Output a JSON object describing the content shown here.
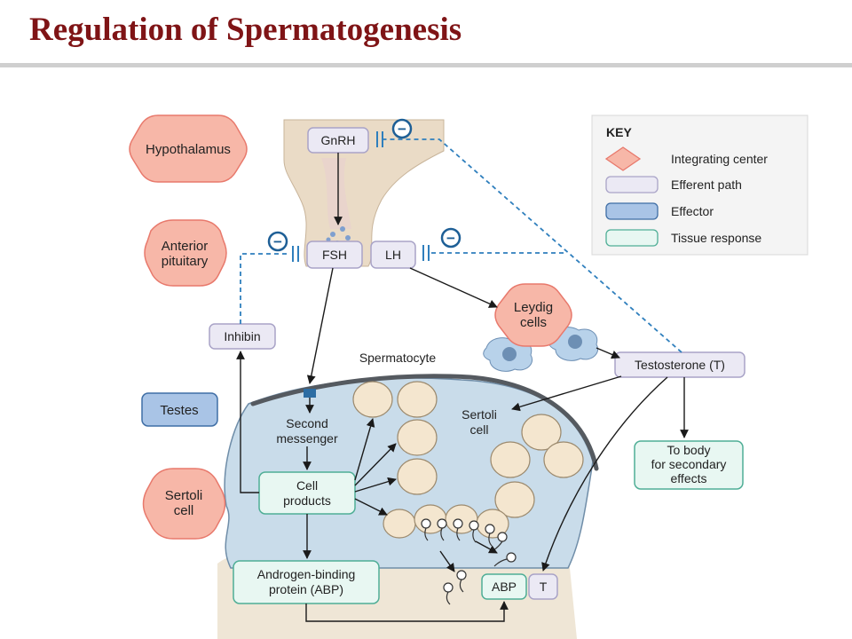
{
  "title": "Regulation of Spermatogenesis",
  "colors": {
    "title": "#7f1416",
    "integrating_center_fill": "#f7b7a8",
    "integrating_center_stroke": "#e8796c",
    "efferent_fill": "#ebe9f4",
    "efferent_stroke": "#a9a3c7",
    "effector_fill": "#a9c4e6",
    "effector_stroke": "#3f6ea5",
    "tissue_fill": "#e8f7f2",
    "tissue_stroke": "#4fae96",
    "inhibition": "#2f7fbd",
    "tubule": "#c9dcea",
    "cells": "#f4e6cf",
    "tissue_bg": "#efe6d6",
    "brain": "#eadbc6"
  },
  "labels": {
    "hypothalamus": "Hypothalamus",
    "anterior_pituitary": [
      "Anterior",
      "pituitary"
    ],
    "testes": "Testes",
    "sertoli_center": [
      "Sertoli",
      "cell"
    ],
    "leydig": [
      "Leydig",
      "cells"
    ],
    "gnrh": "GnRH",
    "fsh": "FSH",
    "lh": "LH",
    "inhibin": "Inhibin",
    "testosterone": "Testosterone (T)",
    "second_messenger": [
      "Second",
      "messenger"
    ],
    "cell_products": [
      "Cell",
      "products"
    ],
    "abp_long": [
      "Androgen-binding",
      "protein (ABP)"
    ],
    "abp": "ABP",
    "t": "T",
    "to_body": [
      "To body",
      "for secondary",
      "effects"
    ],
    "spermatocyte": "Spermatocyte",
    "sertoli_cell": [
      "Sertoli",
      "cell"
    ],
    "minus": "−"
  },
  "key": {
    "title": "KEY",
    "items": [
      "Integrating center",
      "Efferent path",
      "Effector",
      "Tissue response"
    ]
  }
}
